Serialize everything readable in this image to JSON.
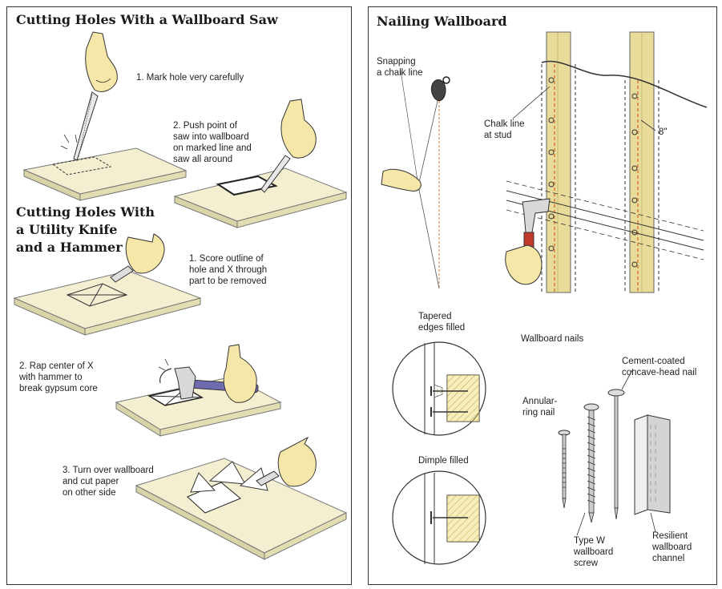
{
  "left": {
    "saw_title": "Cutting Holes With a Wallboard Saw",
    "saw_step1": "1. Mark hole very carefully",
    "saw_step2": [
      "2. Push point of",
      "saw into wallboard",
      "on marked line and",
      "saw all around"
    ],
    "knife_title": [
      "Cutting Holes With",
      "a Utility Knife",
      "and a Hammer"
    ],
    "knife_step1": [
      "1. Score outline of",
      "hole and X through",
      "part to be removed"
    ],
    "knife_step2": [
      "2. Rap center of X",
      "with hammer to",
      "break gypsum core"
    ],
    "knife_step3": [
      "3. Turn over wallboard",
      "and cut paper",
      "on other side"
    ]
  },
  "right": {
    "title": "Nailing Wallboard",
    "chalk_snap": [
      "Snapping",
      "a chalk line"
    ],
    "chalk_stud": [
      "Chalk line",
      "at stud"
    ],
    "spacing": "8\"",
    "tapered": [
      "Tapered",
      "edges filled"
    ],
    "dimple": "Dimple filled",
    "nails_heading": "Wallboard nails",
    "cement_nail": [
      "Cement-coated",
      "concave-head nail"
    ],
    "annular_nail": [
      "Annular-",
      "ring nail"
    ],
    "screw": [
      "Type W",
      "wallboard",
      "screw"
    ],
    "channel": [
      "Resilient",
      "wallboard",
      "channel"
    ]
  },
  "colors": {
    "board": "#f3efd0",
    "board_edge": "#d9d3a8",
    "skin": "#f6e7a8",
    "stud": "#e9dc9a",
    "chalk": "#d9783a",
    "hammer_handle": "#c0392b",
    "knife_handle": "#6f6bb0"
  }
}
